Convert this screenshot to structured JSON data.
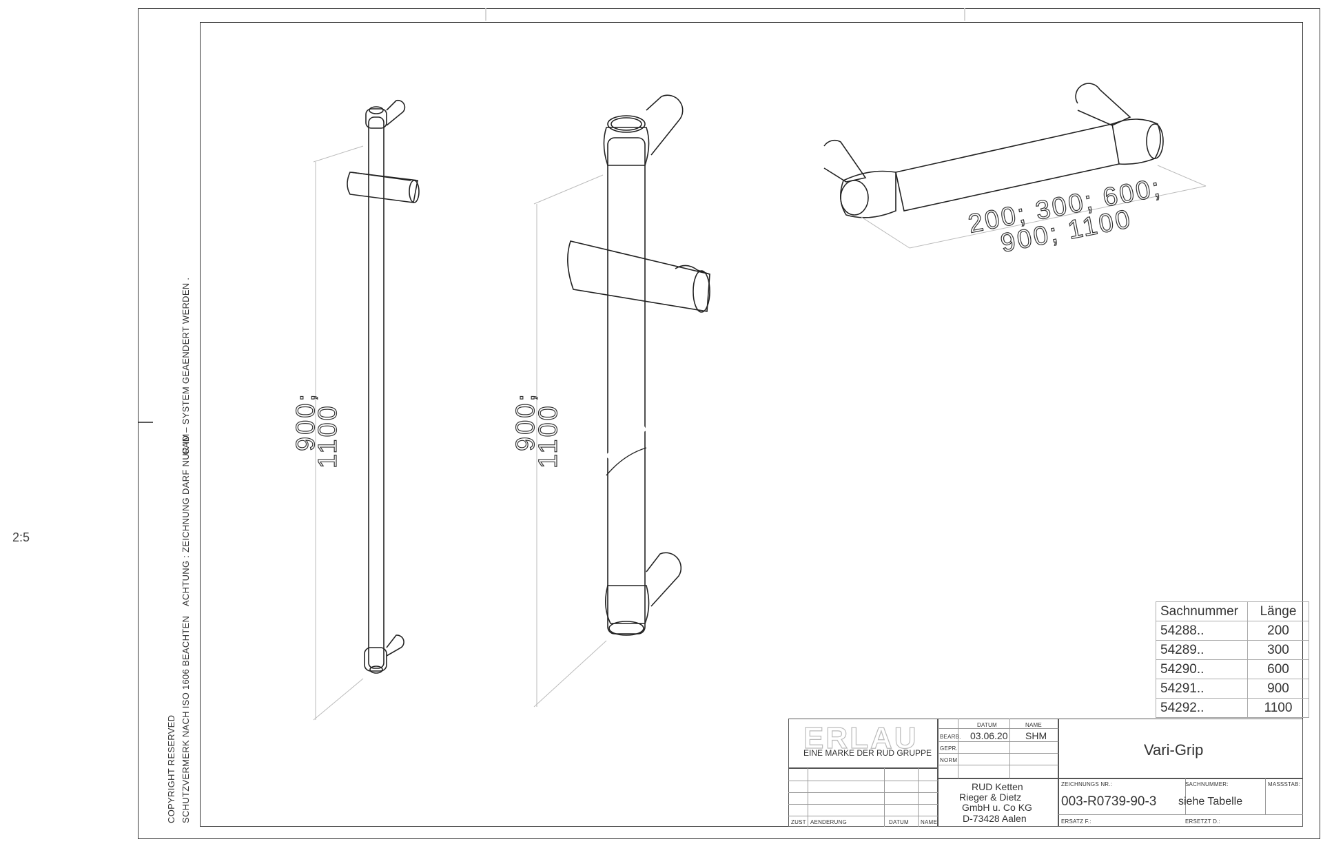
{
  "page": {
    "scale": "2:5"
  },
  "notes": {
    "line1": "COPYRIGHT RESERVED",
    "line2": "SCHUTZVERMERK NACH ISO 1606 BEACHTEN",
    "line3": "ACHTUNG : ZEICHNUNG DARF NUR IM",
    "line4": "CAD – SYSTEM GEAENDERT WERDEN ."
  },
  "views": {
    "left_dim_a": "900;",
    "left_dim_b": "1100",
    "mid_dim_a": "900;",
    "mid_dim_b": "1100",
    "right_dim_a": "200; 300; 600;",
    "right_dim_b": "900; 1100"
  },
  "parts_table": {
    "headers": [
      "Sachnummer",
      "Länge"
    ],
    "rows": [
      [
        "54288..",
        "200"
      ],
      [
        "54289..",
        "300"
      ],
      [
        "54290..",
        "600"
      ],
      [
        "54291..",
        "900"
      ],
      [
        "54292..",
        "1100"
      ]
    ]
  },
  "title_block": {
    "brand": "ERLAU",
    "brand_sub": "EINE MARKE DER RUD GRUPPE",
    "hdr_datum": "DATUM",
    "hdr_name": "NAME",
    "bearb_label": "BEARB.",
    "bearb_date": "03.06.20",
    "bearb_name": "SHM",
    "gepr_label": "GEPR.",
    "norm_label": "NORM",
    "company_1": "RUD Ketten",
    "company_2": "Rieger & Dietz",
    "company_3": "GmbH u. Co KG",
    "company_4": "D-73428 Aalen",
    "title": "Vari-Grip",
    "drawing_no_label": "ZEICHNUNGS NR.:",
    "drawing_no": "003-R0739-90-3",
    "part_no_label": "SACHNUMMER:",
    "part_no": "siehe Tabelle",
    "scale_label": "MASSSTAB:",
    "ersatz_fuer": "ERSATZ F.:",
    "ersetzt_durch": "ERSETZT D.:",
    "rev_zust": "ZUST",
    "rev_aenderung": "AENDERUNG",
    "rev_datum": "DATUM",
    "rev_name": "NAME"
  }
}
